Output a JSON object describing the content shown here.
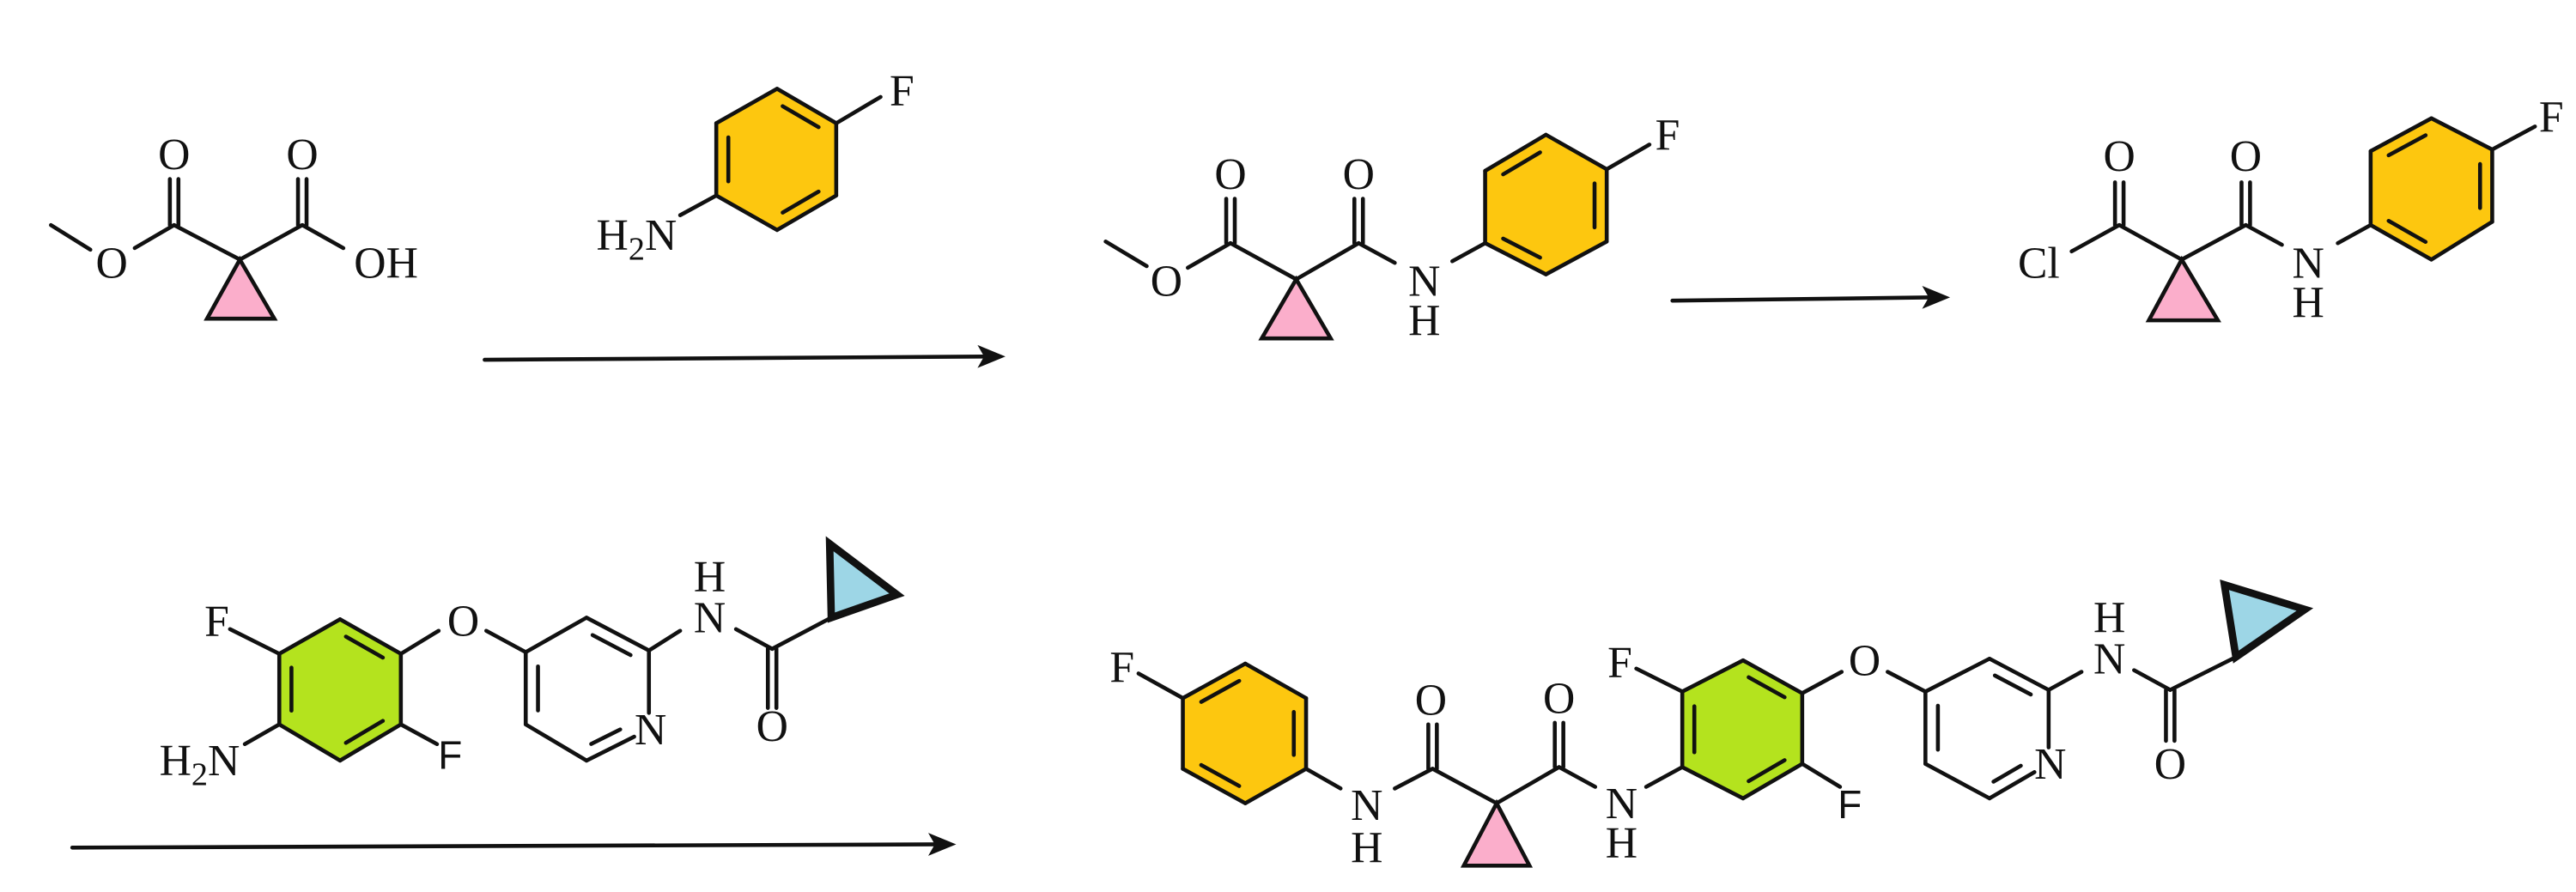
{
  "colors": {
    "cyclopropane_pink": "#fbaecb",
    "fluorophenyl_yellow": "#fdc70f",
    "difluorophenyl_green": "#b4e31e",
    "cyclopropyl_blue": "#9dd6e6",
    "ink": "#111111"
  },
  "reactant": {
    "o_carbonyl_1": "O",
    "o_carbonyl_2": "O",
    "o_ester": "O",
    "oh": "OH"
  },
  "fluoroaniline_reagent": {
    "f": "F",
    "amine_h": "H",
    "amine_sub": "2",
    "amine_n": "N"
  },
  "ester_amide": {
    "o_carbonyl_1": "O",
    "o_carbonyl_2": "O",
    "o_ester": "O",
    "n": "N",
    "h": "H",
    "f": "F"
  },
  "acid_chloride": {
    "cl": "Cl",
    "o_carbonyl_1": "O",
    "o_carbonyl_2": "O",
    "n": "N",
    "h": "H",
    "f": "F"
  },
  "aminopyridine_reagent": {
    "f_top": "F",
    "f_bottom": "F",
    "amine_h": "H",
    "amine_sub": "2",
    "amine_n": "N",
    "o_ether": "O",
    "n_pyridine": "N",
    "n_amide": "N",
    "h_amide": "H",
    "o_carbonyl": "O"
  },
  "product": {
    "f_phenyl": "F",
    "n_1": "N",
    "h_1": "H",
    "o_carbonyl_1": "O",
    "o_carbonyl_2": "O",
    "n_2": "N",
    "h_2": "H",
    "f_top": "F",
    "f_bottom": "F",
    "o_ether": "O",
    "n_pyridine": "N",
    "n_amide": "N",
    "h_amide": "H",
    "o_carbonyl_3": "O"
  }
}
